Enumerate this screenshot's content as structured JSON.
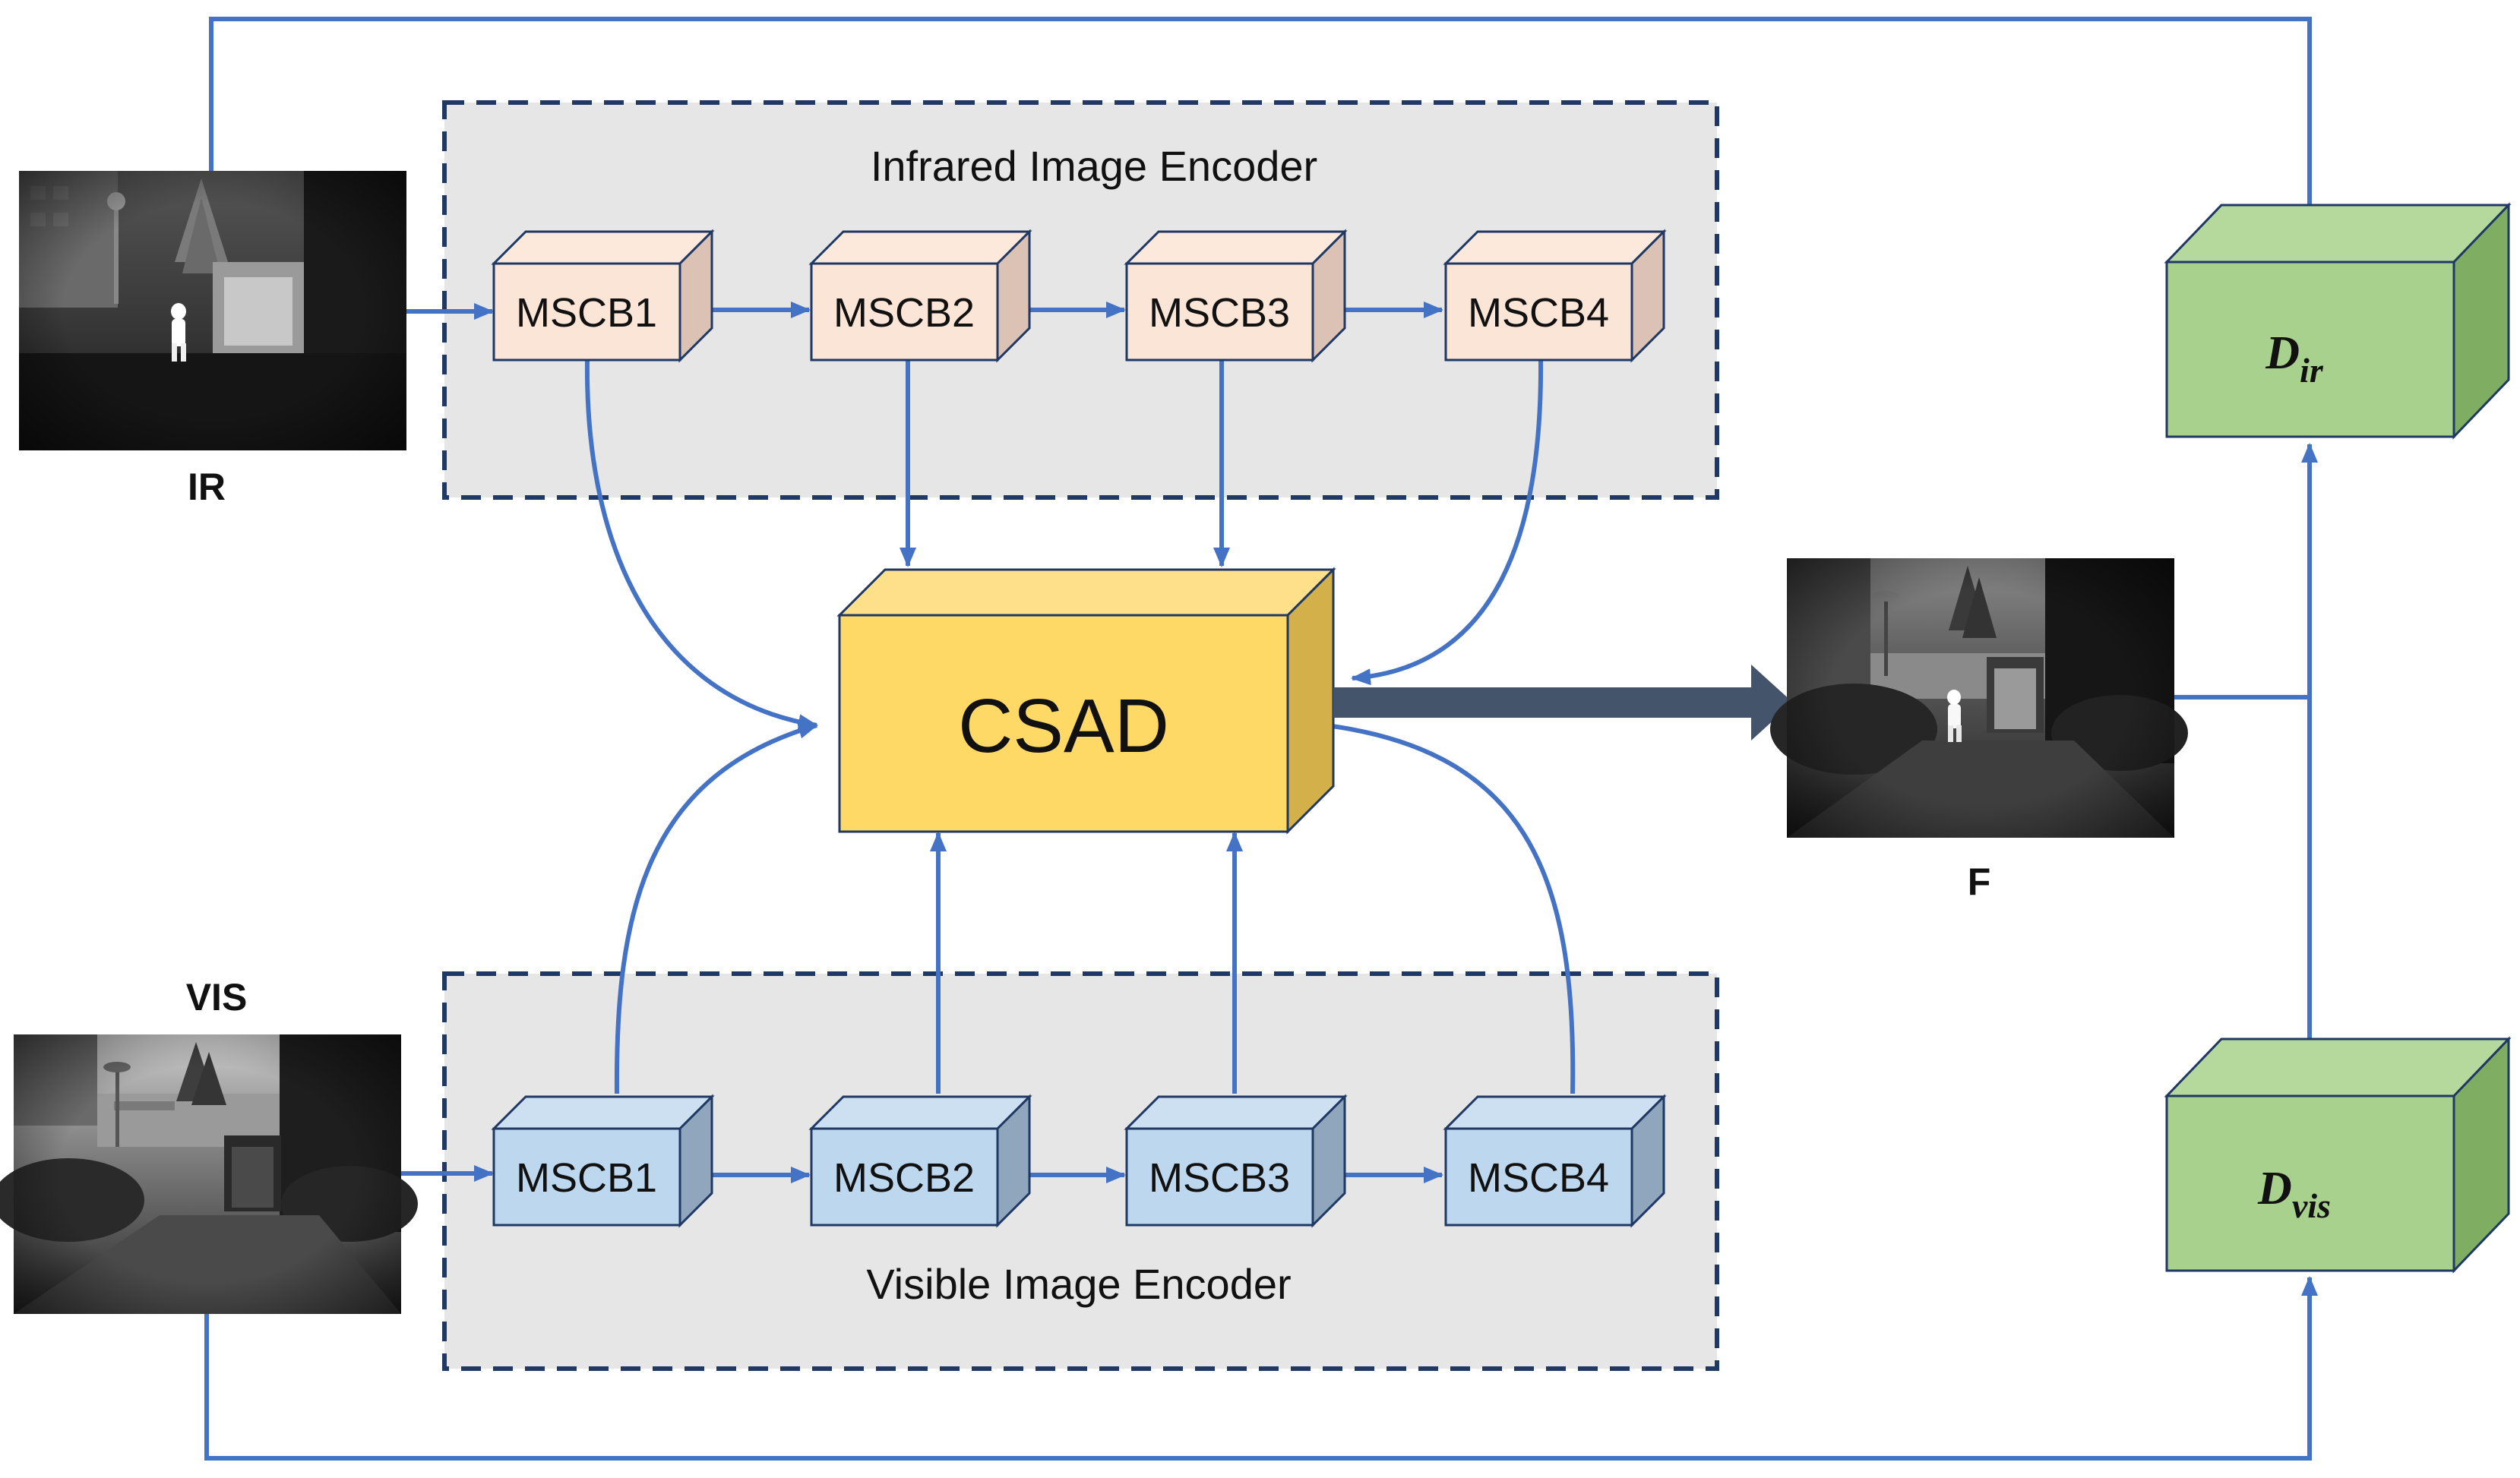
{
  "encoders": {
    "infrared_title": "Infrared Image Encoder",
    "visible_title": "Visible Image Encoder"
  },
  "ir_blocks": [
    "MSCB1",
    "MSCB2",
    "MSCB3",
    "MSCB4"
  ],
  "vis_blocks": [
    "MSCB1",
    "MSCB2",
    "MSCB3",
    "MSCB4"
  ],
  "fusion": {
    "label": "CSAD"
  },
  "images": {
    "ir_label": "IR",
    "vis_label": "VIS",
    "fused_label": "F"
  },
  "discriminators": {
    "ir": {
      "main": "D",
      "sub": "ir"
    },
    "vis": {
      "main": "D",
      "sub": "vis"
    }
  },
  "colors": {
    "arrow": "#4472c4",
    "ir_block": "#fbe5d6",
    "vis_block": "#bdd7ee",
    "csad": "#ffd966",
    "discriminator": "#a9d18e",
    "encoder_bg": "#e7e6e6",
    "encoder_border": "#1f3864",
    "big_arrow": "#44546a"
  }
}
